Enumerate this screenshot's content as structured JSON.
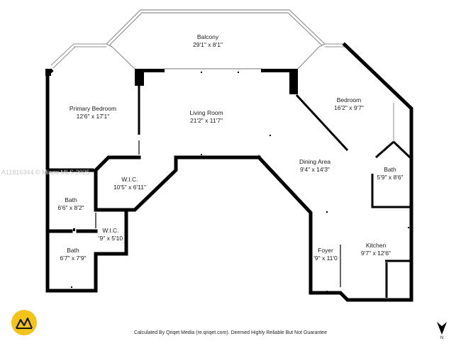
{
  "watermark": "A11816344 © Miami MLS 2025",
  "credit": "Calculated By Qriqet Media (re.qriqet.com). Deemed Highly Reliable But Not Guarantee",
  "compass_label": "N",
  "colors": {
    "wall": "#000000",
    "window": "#9a9a9a",
    "logo": "#f2c318"
  },
  "rooms": [
    {
      "name": "Balcony",
      "dims": "29'1\" x 8'1\""
    },
    {
      "name": "Primary Bedroom",
      "dims": "12'6\" x 17'1\""
    },
    {
      "name": "Living Room",
      "dims": "21'2\" x 11'7\""
    },
    {
      "name": "Bedroom",
      "dims": "16'2\" x 9'7\""
    },
    {
      "name": "W.I.C.",
      "dims": "10'5\" x 6'11\""
    },
    {
      "name": "Dining Area",
      "dims": "9'4\" x 14'3\""
    },
    {
      "name": "Bath",
      "dims": "5'9\" x 8'6\""
    },
    {
      "name": "Bath",
      "dims": "6'6\" x 8'2\""
    },
    {
      "name": "W.I.C.",
      "dims": "'9\" x 5'10"
    },
    {
      "name": "Foyer",
      "dims": "'9\" x 11'0"
    },
    {
      "name": "Kitchen",
      "dims": "9'7\" x 12'6\""
    },
    {
      "name": "Bath",
      "dims": "6'7\" x 7'9\""
    }
  ]
}
